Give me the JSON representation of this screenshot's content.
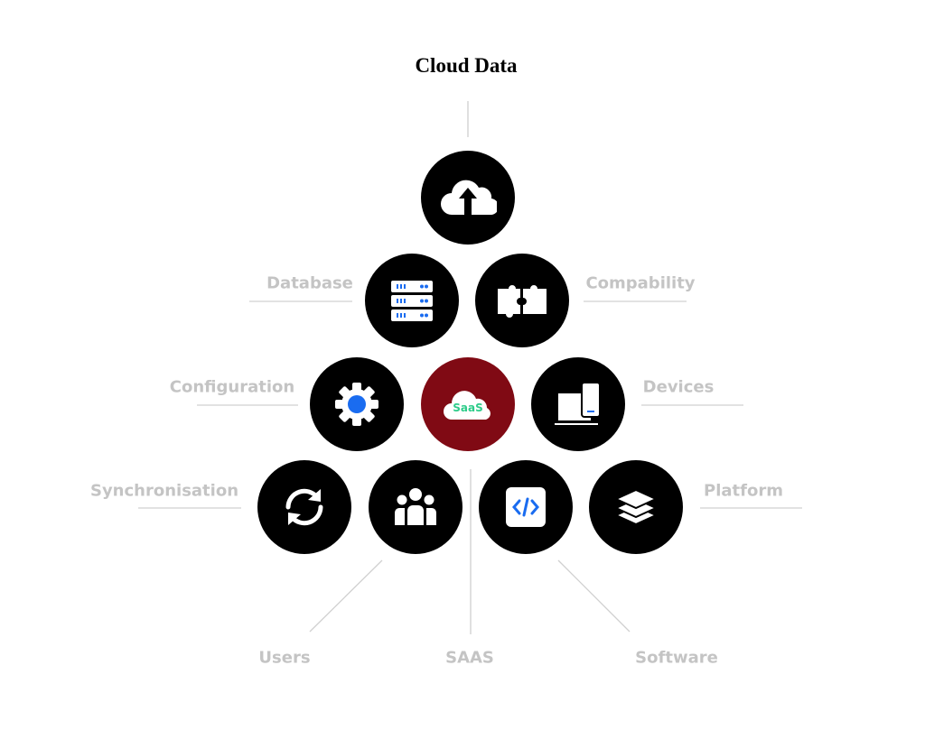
{
  "title": "Cloud Data",
  "center_badge": "SaaS",
  "labels": {
    "database": "Database",
    "compability": "Compability",
    "configuration": "Configuration",
    "devices": "Devices",
    "synchronisation": "Synchronisation",
    "platform": "Platform",
    "users": "Users",
    "saas": "SAAS",
    "software": "Software"
  },
  "colors": {
    "circle": "#000000",
    "accent_circle": "#800a14",
    "label": "#c4c4c4",
    "icon_blue": "#1a6cf0",
    "saas_green": "#2ecc8a"
  }
}
